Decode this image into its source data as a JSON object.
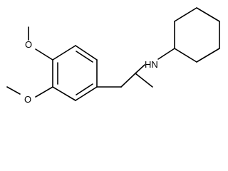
{
  "molecule": {
    "atom_labels": {
      "amine": "HN",
      "methoxy_top": "O",
      "methoxy_bottom": "O"
    }
  },
  "colors": {
    "background": "#ffffff",
    "bond": "#000000",
    "label": "#000000"
  }
}
